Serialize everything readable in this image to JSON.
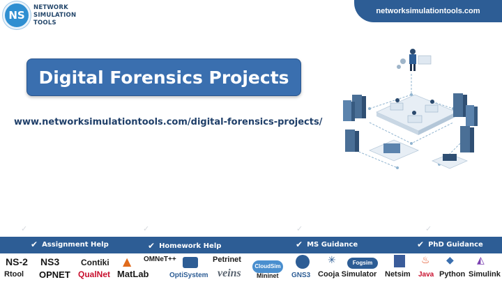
{
  "brand": {
    "badge": "NS",
    "lines": [
      "NETWORK",
      "SIMULATION",
      "TOOLS"
    ]
  },
  "corner_url": "networksimulationtools.com",
  "title": "Digital Forensics Projects",
  "page_url": "www.networksimulationtools.com/digital-forensics-projects/",
  "services": [
    {
      "label": "Assignment Help"
    },
    {
      "label": "Homework Help"
    },
    {
      "label": "MS  Guidance"
    },
    {
      "label": "PhD  Guidance"
    }
  ],
  "tools_row1": [
    "NS-2",
    "NS3",
    "Contiki",
    "OMNeT++",
    "Petrinet",
    "CloudSim",
    "Fogsim",
    "Python"
  ],
  "tools_row2": [
    "Rtool",
    "OPNET",
    "QualNet",
    "MatLab",
    "OptiSystem",
    "veins",
    "Mininet",
    "GNS3",
    "Cooja Simulator",
    "Netsim",
    "Java",
    "Simulink"
  ],
  "colors": {
    "primary": "#2d5d95",
    "title_bg": "#3a6faf",
    "url_text": "#1f3f69"
  }
}
